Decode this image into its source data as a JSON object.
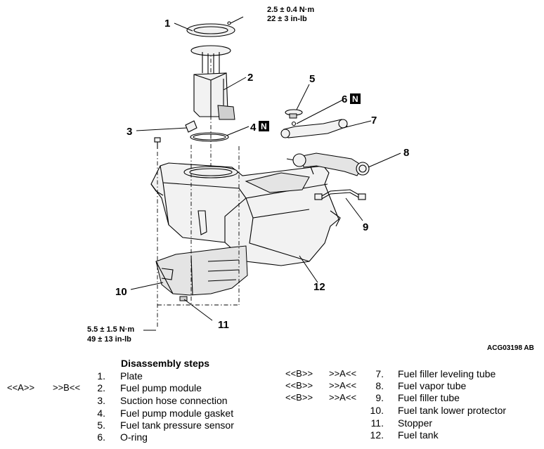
{
  "diagram": {
    "callouts": [
      "1",
      "2",
      "3",
      "4",
      "5",
      "6",
      "7",
      "8",
      "9",
      "10",
      "11",
      "12"
    ],
    "badge": "N",
    "torque_top": [
      "2.5 ± 0.4 N·m",
      "22 ± 3 in-lb"
    ],
    "torque_bottom": [
      "5.5 ± 1.5 N·m",
      "49 ± 13 in-lb"
    ],
    "ref_code": "ACG03198 AB"
  },
  "steps": {
    "title": "Disassembly steps",
    "left": [
      {
        "num": "1.",
        "name": "Plate",
        "mark1": "",
        "mark2": ""
      },
      {
        "num": "2.",
        "name": "Fuel pump module",
        "mark1": "<<A>>",
        "mark2": ">>B<<"
      },
      {
        "num": "3.",
        "name": "Suction hose connection",
        "mark1": "",
        "mark2": ""
      },
      {
        "num": "4.",
        "name": "Fuel pump module gasket",
        "mark1": "",
        "mark2": ""
      },
      {
        "num": "5.",
        "name": "Fuel tank pressure sensor",
        "mark1": "",
        "mark2": ""
      },
      {
        "num": "6.",
        "name": "O-ring",
        "mark1": "",
        "mark2": ""
      }
    ],
    "right": [
      {
        "num": "7.",
        "name": "Fuel filler leveling tube",
        "mark1": "<<B>>",
        "mark2": ">>A<<"
      },
      {
        "num": "8.",
        "name": "Fuel vapor tube",
        "mark1": "<<B>>",
        "mark2": ">>A<<"
      },
      {
        "num": "9.",
        "name": "Fuel filler tube",
        "mark1": "<<B>>",
        "mark2": ">>A<<"
      },
      {
        "num": "10.",
        "name": "Fuel tank lower protector",
        "mark1": "",
        "mark2": ""
      },
      {
        "num": "11.",
        "name": "Stopper",
        "mark1": "",
        "mark2": ""
      },
      {
        "num": "12.",
        "name": "Fuel tank",
        "mark1": "",
        "mark2": ""
      }
    ]
  }
}
